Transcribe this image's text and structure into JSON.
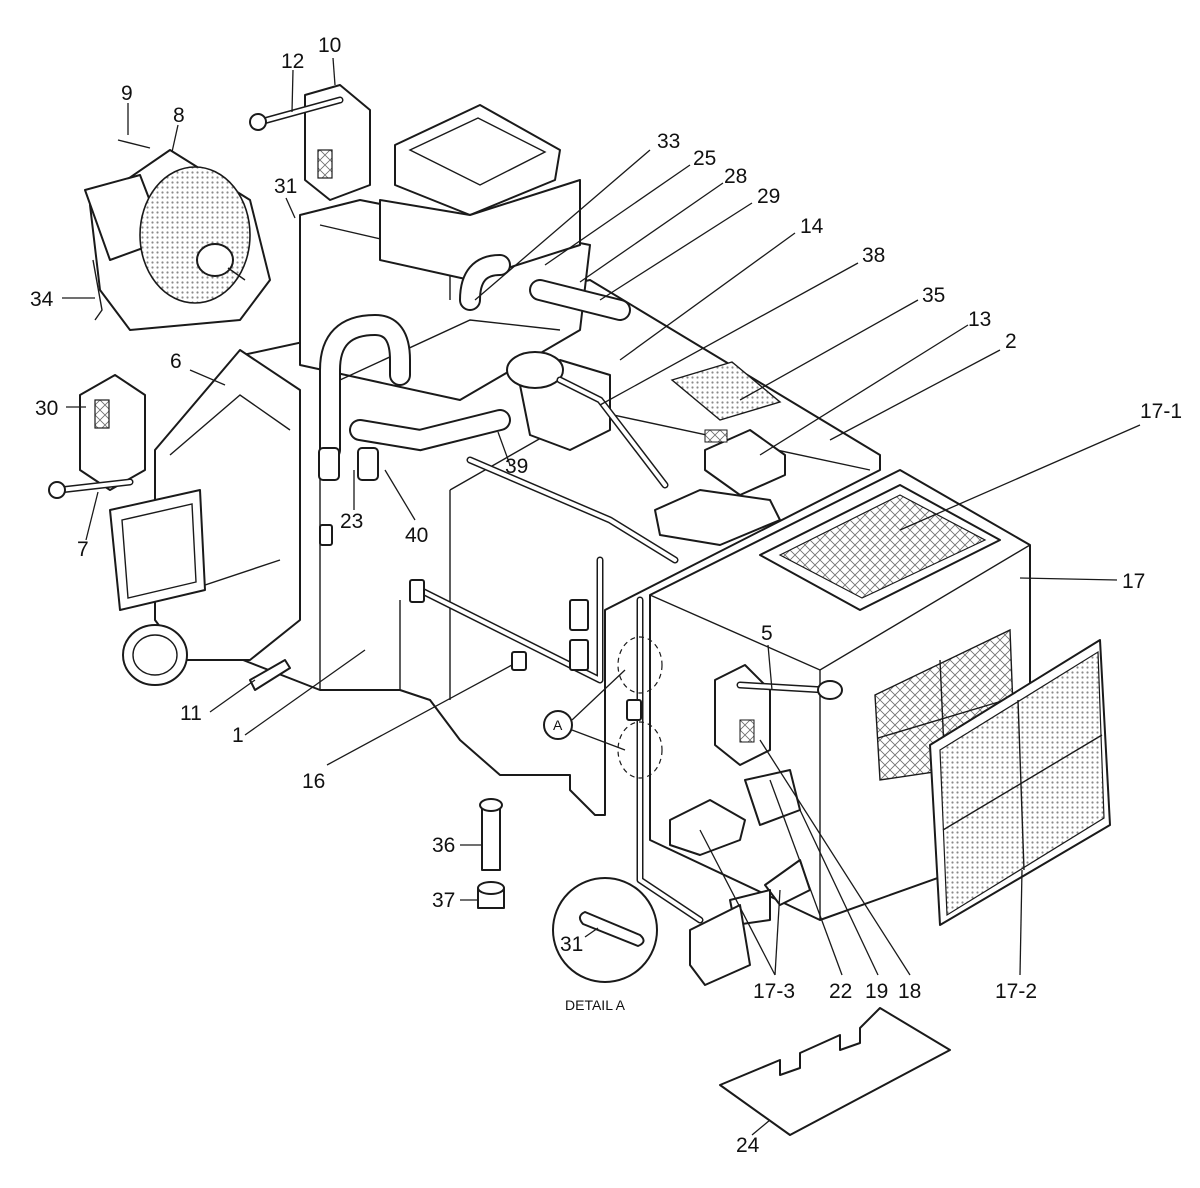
{
  "colors": {
    "ink": "#1a1a1a",
    "paper": "#ffffff",
    "mesh": "#b9b9b9"
  },
  "callouts": [
    {
      "id": "c-10",
      "text": "10"
    },
    {
      "id": "c-12",
      "text": "12"
    },
    {
      "id": "c-9",
      "text": "9"
    },
    {
      "id": "c-8",
      "text": "8"
    },
    {
      "id": "c-31-top",
      "text": "31"
    },
    {
      "id": "c-33",
      "text": "33"
    },
    {
      "id": "c-25",
      "text": "25"
    },
    {
      "id": "c-28",
      "text": "28"
    },
    {
      "id": "c-29",
      "text": "29"
    },
    {
      "id": "c-14",
      "text": "14"
    },
    {
      "id": "c-38",
      "text": "38"
    },
    {
      "id": "c-35",
      "text": "35"
    },
    {
      "id": "c-13",
      "text": "13"
    },
    {
      "id": "c-2",
      "text": "2"
    },
    {
      "id": "c-17-1",
      "text": "17-1"
    },
    {
      "id": "c-34",
      "text": "34"
    },
    {
      "id": "c-6",
      "text": "6"
    },
    {
      "id": "c-30",
      "text": "30"
    },
    {
      "id": "c-7",
      "text": "7"
    },
    {
      "id": "c-23",
      "text": "23"
    },
    {
      "id": "c-40",
      "text": "40"
    },
    {
      "id": "c-39",
      "text": "39"
    },
    {
      "id": "c-17",
      "text": "17"
    },
    {
      "id": "c-5",
      "text": "5"
    },
    {
      "id": "c-11",
      "text": "11"
    },
    {
      "id": "c-1",
      "text": "1"
    },
    {
      "id": "c-16",
      "text": "16"
    },
    {
      "id": "c-A",
      "text": "A"
    },
    {
      "id": "c-36",
      "text": "36"
    },
    {
      "id": "c-37",
      "text": "37"
    },
    {
      "id": "c-31-detail",
      "text": "31"
    },
    {
      "id": "c-17-3",
      "text": "17-3"
    },
    {
      "id": "c-22",
      "text": "22"
    },
    {
      "id": "c-19",
      "text": "19"
    },
    {
      "id": "c-18",
      "text": "18"
    },
    {
      "id": "c-17-2",
      "text": "17-2"
    },
    {
      "id": "c-24",
      "text": "24"
    }
  ],
  "detail_caption": "DETAIL A"
}
